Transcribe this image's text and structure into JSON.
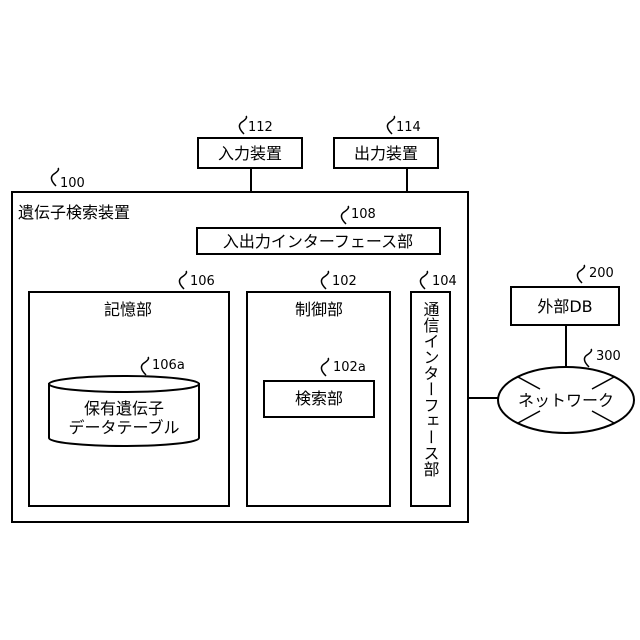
{
  "device": {
    "label": "遺伝子検索装置",
    "ref": "100"
  },
  "input_device": {
    "label": "入力装置",
    "ref": "112"
  },
  "output_device": {
    "label": "出力装置",
    "ref": "114"
  },
  "io_interface": {
    "label": "入出力インターフェース部",
    "ref": "108"
  },
  "storage": {
    "label": "記憶部",
    "ref": "106",
    "table": {
      "line1": "保有遺伝子",
      "line2": "データテーブル",
      "ref": "106a"
    }
  },
  "controller": {
    "label": "制御部",
    "ref": "102",
    "search": {
      "label": "検索部",
      "ref": "102a"
    }
  },
  "comm_interface": {
    "label": "通信インターフェース部",
    "ref": "104"
  },
  "external_db": {
    "label": "外部DB",
    "ref": "200"
  },
  "network": {
    "label": "ネットワーク",
    "ref": "300"
  }
}
